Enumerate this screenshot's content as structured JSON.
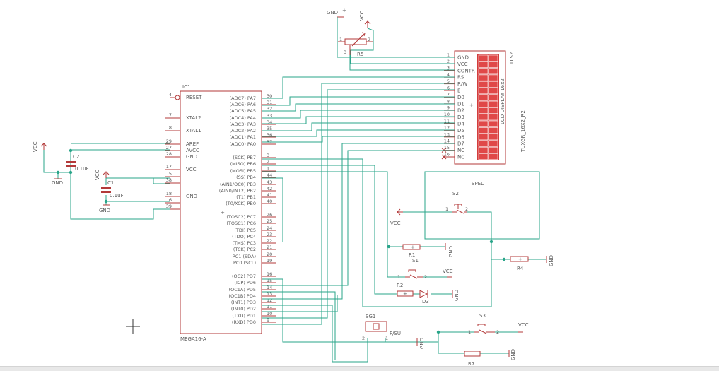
{
  "mcu": {
    "name": "IC1",
    "value": "MEGA16-A",
    "left_pins": [
      {
        "num": "4",
        "label": "RESET"
      },
      {
        "num": "7",
        "label": "XTAL2"
      },
      {
        "num": "8",
        "label": "XTAL1"
      },
      {
        "num": "29",
        "label": "AREF"
      },
      {
        "num": "27",
        "label": "AVCC"
      },
      {
        "num": "28",
        "label": "GND"
      },
      {
        "num": "17",
        "label": "VCC"
      },
      {
        "num": "5",
        "label": ""
      },
      {
        "num": "38",
        "label": ""
      },
      {
        "num": "18",
        "label": "GND"
      },
      {
        "num": "6",
        "label": ""
      },
      {
        "num": "39",
        "label": ""
      }
    ],
    "right_pins": [
      {
        "num": "30",
        "label": "(ADC7) PA7"
      },
      {
        "num": "31",
        "label": "(ADC6) PA6"
      },
      {
        "num": "32",
        "label": "(ADC5) PA5"
      },
      {
        "num": "33",
        "label": "(ADC4) PA4"
      },
      {
        "num": "34",
        "label": "(ADC3) PA3"
      },
      {
        "num": "35",
        "label": "(ADC2) PA2"
      },
      {
        "num": "36",
        "label": "(ADC1) PA1"
      },
      {
        "num": "37",
        "label": "(ADC0) PA0"
      },
      {
        "num": "3",
        "label": "(SCK) PB7"
      },
      {
        "num": "2",
        "label": "(MISO) PB6"
      },
      {
        "num": "1",
        "label": "(MOSI) PB5"
      },
      {
        "num": "44",
        "label": "(SS) PB4"
      },
      {
        "num": "43",
        "label": "(AIN1/OC0) PB3"
      },
      {
        "num": "42",
        "label": "(AIN0/INT2) PB2"
      },
      {
        "num": "41",
        "label": "(T1) PB1"
      },
      {
        "num": "40",
        "label": "(T0/XCK) PB0"
      },
      {
        "num": "26",
        "label": "(TOSC2) PC7"
      },
      {
        "num": "25",
        "label": "(TOSC1) PC6"
      },
      {
        "num": "24",
        "label": "(TDI) PC5"
      },
      {
        "num": "23",
        "label": "(TDO) PC4"
      },
      {
        "num": "22",
        "label": "(TMS) PC3"
      },
      {
        "num": "21",
        "label": "(TCK) PC2"
      },
      {
        "num": "20",
        "label": "PC1 (SDA)"
      },
      {
        "num": "19",
        "label": "PC0 (SCL)"
      },
      {
        "num": "16",
        "label": "(OC2) PD7"
      },
      {
        "num": "15",
        "label": "(ICP) PD6"
      },
      {
        "num": "14",
        "label": "(OC1A) PD5"
      },
      {
        "num": "13",
        "label": "(OC1B) PD4"
      },
      {
        "num": "12",
        "label": "(INT1) PD3"
      },
      {
        "num": "11",
        "label": "(INT0) PD2"
      },
      {
        "num": "10",
        "label": "(TXD) PD1"
      },
      {
        "num": "9",
        "label": "(RXD) PD0"
      }
    ]
  },
  "lcd": {
    "name": "DIS2",
    "value": "TUXGR_16X2_R2",
    "inner_label": "LCD DISPLAY 16x2",
    "pins": [
      {
        "num": "1",
        "label": "GND"
      },
      {
        "num": "2",
        "label": "VCC"
      },
      {
        "num": "3",
        "label": "CONTR"
      },
      {
        "num": "4",
        "label": "RS"
      },
      {
        "num": "5",
        "label": "R/W"
      },
      {
        "num": "6",
        "label": "E"
      },
      {
        "num": "7",
        "label": "D0"
      },
      {
        "num": "8",
        "label": "D1"
      },
      {
        "num": "9",
        "label": "D2"
      },
      {
        "num": "10",
        "label": "D3"
      },
      {
        "num": "11",
        "label": "D4"
      },
      {
        "num": "12",
        "label": "D5"
      },
      {
        "num": "13",
        "label": "D6"
      },
      {
        "num": "14",
        "label": "D7"
      },
      {
        "num": "15",
        "label": "NC"
      },
      {
        "num": "16",
        "label": "NC"
      }
    ]
  },
  "parts": {
    "r5": "R5",
    "r1": "R1",
    "r2": "R2",
    "r4": "R4",
    "r7": "R7",
    "d3": "D3",
    "s1": "S1",
    "s2": "S2",
    "s3": "S3",
    "sg1": "SG1",
    "sg1_value": "F/SU",
    "c1": "C1",
    "c1_value": "0.1uF",
    "c2": "C2",
    "c2_value": "0.1uF",
    "spel": "SPEL"
  },
  "supplies": {
    "vcc": "VCC",
    "gnd": "GND"
  },
  "pin_numbers": {
    "pot": [
      "1",
      "2",
      "3"
    ],
    "switch": [
      "1",
      "2"
    ],
    "buzzer": [
      "2",
      "1"
    ]
  },
  "colors": {
    "part": "#b33a3a",
    "wire": "#2aa58a",
    "text": "#5a5a5a"
  }
}
